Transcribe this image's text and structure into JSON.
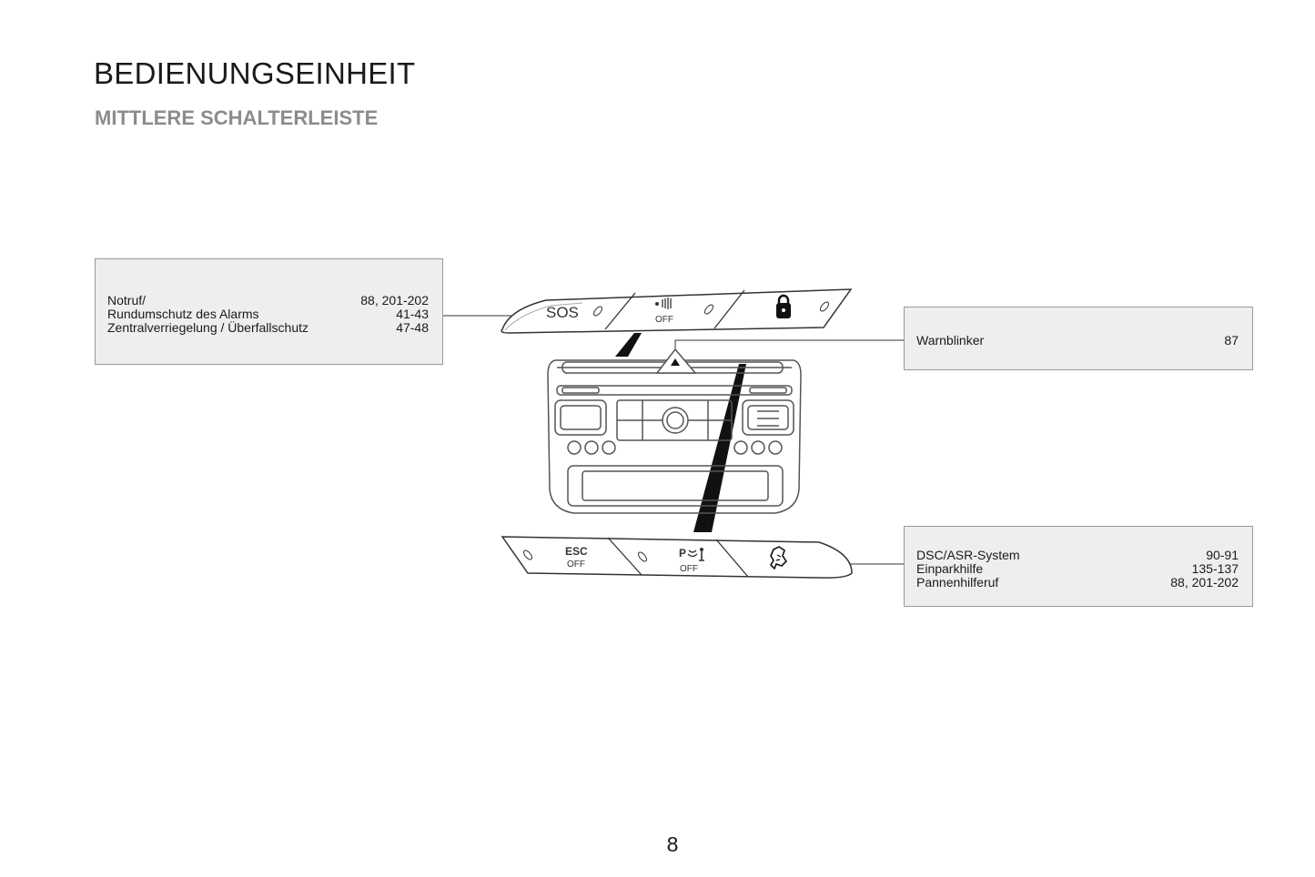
{
  "page": {
    "title": "BEDIENUNGSEINHEIT",
    "subtitle": "MITTLERE SCHALTERLEISTE",
    "page_number": "8"
  },
  "callouts": {
    "left": [
      {
        "label": "Notruf/",
        "pages": "88, 201-202"
      },
      {
        "label": "Rundumschutz des Alarms",
        "pages": "41-43"
      },
      {
        "label": "Zentralverriegelung / Überfallschutz",
        "pages": "47-48"
      }
    ],
    "warn": [
      {
        "label": "Warnblinker",
        "pages": "87"
      }
    ],
    "right": [
      {
        "label": "DSC/ASR-System",
        "pages": "90-91"
      },
      {
        "label": "Einparkhilfe",
        "pages": "135-137"
      },
      {
        "label": "Pannenhilferuf",
        "pages": "88, 201-202"
      }
    ]
  },
  "switch_bar_top": {
    "sos_label": "SOS",
    "alarm_off_label": "OFF",
    "icons": [
      "alarm-sensor-icon",
      "padlock-icon"
    ]
  },
  "switch_bar_bottom": {
    "esc_label": "ESC",
    "esc_off_label": "OFF",
    "park_p_label": "P",
    "park_off_label": "OFF",
    "icons": [
      "parking-sensor-icon",
      "peugeot-lion-icon"
    ]
  },
  "colors": {
    "box_fill": "#eeeeee",
    "box_border": "#999999",
    "subtitle": "#8c8c8c",
    "pointer": "#111111"
  }
}
